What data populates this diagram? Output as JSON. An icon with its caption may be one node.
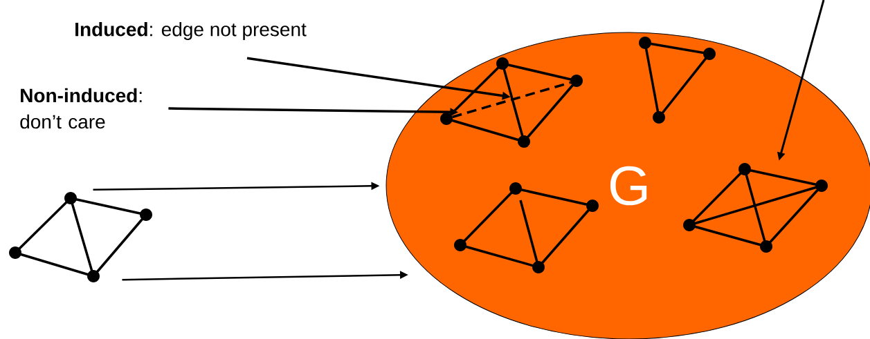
{
  "diagram": {
    "nodes": [
      {
        "text": [
          "**Induced**: edge not present"
        ]
      },
      {
        "text": [
          "**Non-induced**: don’t care"
        ]
      },
      {
        "text": [
          "G"
        ]
      },
      {
        "text": [],
        "shape": "graph",
        "in": 2
      },
      {
        "text": [],
        "shape": "line",
        "in": 3
      },
      {
        "text": [],
        "shape": "graph",
        "in": 2
      },
      {
        "text": [],
        "shape": "graph",
        "in": 2
      },
      {
        "text": [],
        "shape": "graph",
        "in": 2
      },
      {
        "text": [],
        "shape": "graph"
      }
    ],
    "edges": [
      {
        "from": 0,
        "to": 4,
        "arrow": "to"
      },
      {
        "from": 1,
        "to": 4,
        "arrow": "to"
      },
      {
        "from": 8,
        "to": 2,
        "arrow": "to"
      },
      {
        "from": 8,
        "to": 2,
        "arrow": "to"
      },
      {
        "from": null,
        "to": 7,
        "arrow": "to"
      }
    ]
  }
}
